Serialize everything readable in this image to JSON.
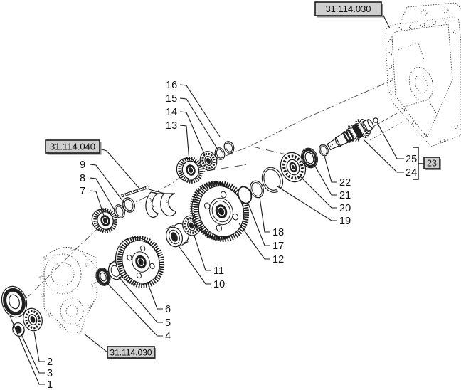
{
  "colors": {
    "background": "#ffffff",
    "line": "#1a1a1a",
    "ref_box_fill": "#cfcfcf",
    "ref_box_shadow": "#8a8a8a"
  },
  "ref_boxes": {
    "top": "31.114.030",
    "left": "31.114.040",
    "bottom": "31.114.030",
    "group": "23"
  },
  "callouts": {
    "c1": "1",
    "c2": "2",
    "c3": "3",
    "c4": "4",
    "c5": "5",
    "c6": "6",
    "c7": "7",
    "c8": "8",
    "c9": "9",
    "c10": "10",
    "c11": "11",
    "c12": "12",
    "c13": "13",
    "c14": "14",
    "c15": "15",
    "c16": "16",
    "c17": "17",
    "c18": "18",
    "c19": "19",
    "c20": "20",
    "c21": "21",
    "c22": "22",
    "c24": "24",
    "c25": "25"
  }
}
